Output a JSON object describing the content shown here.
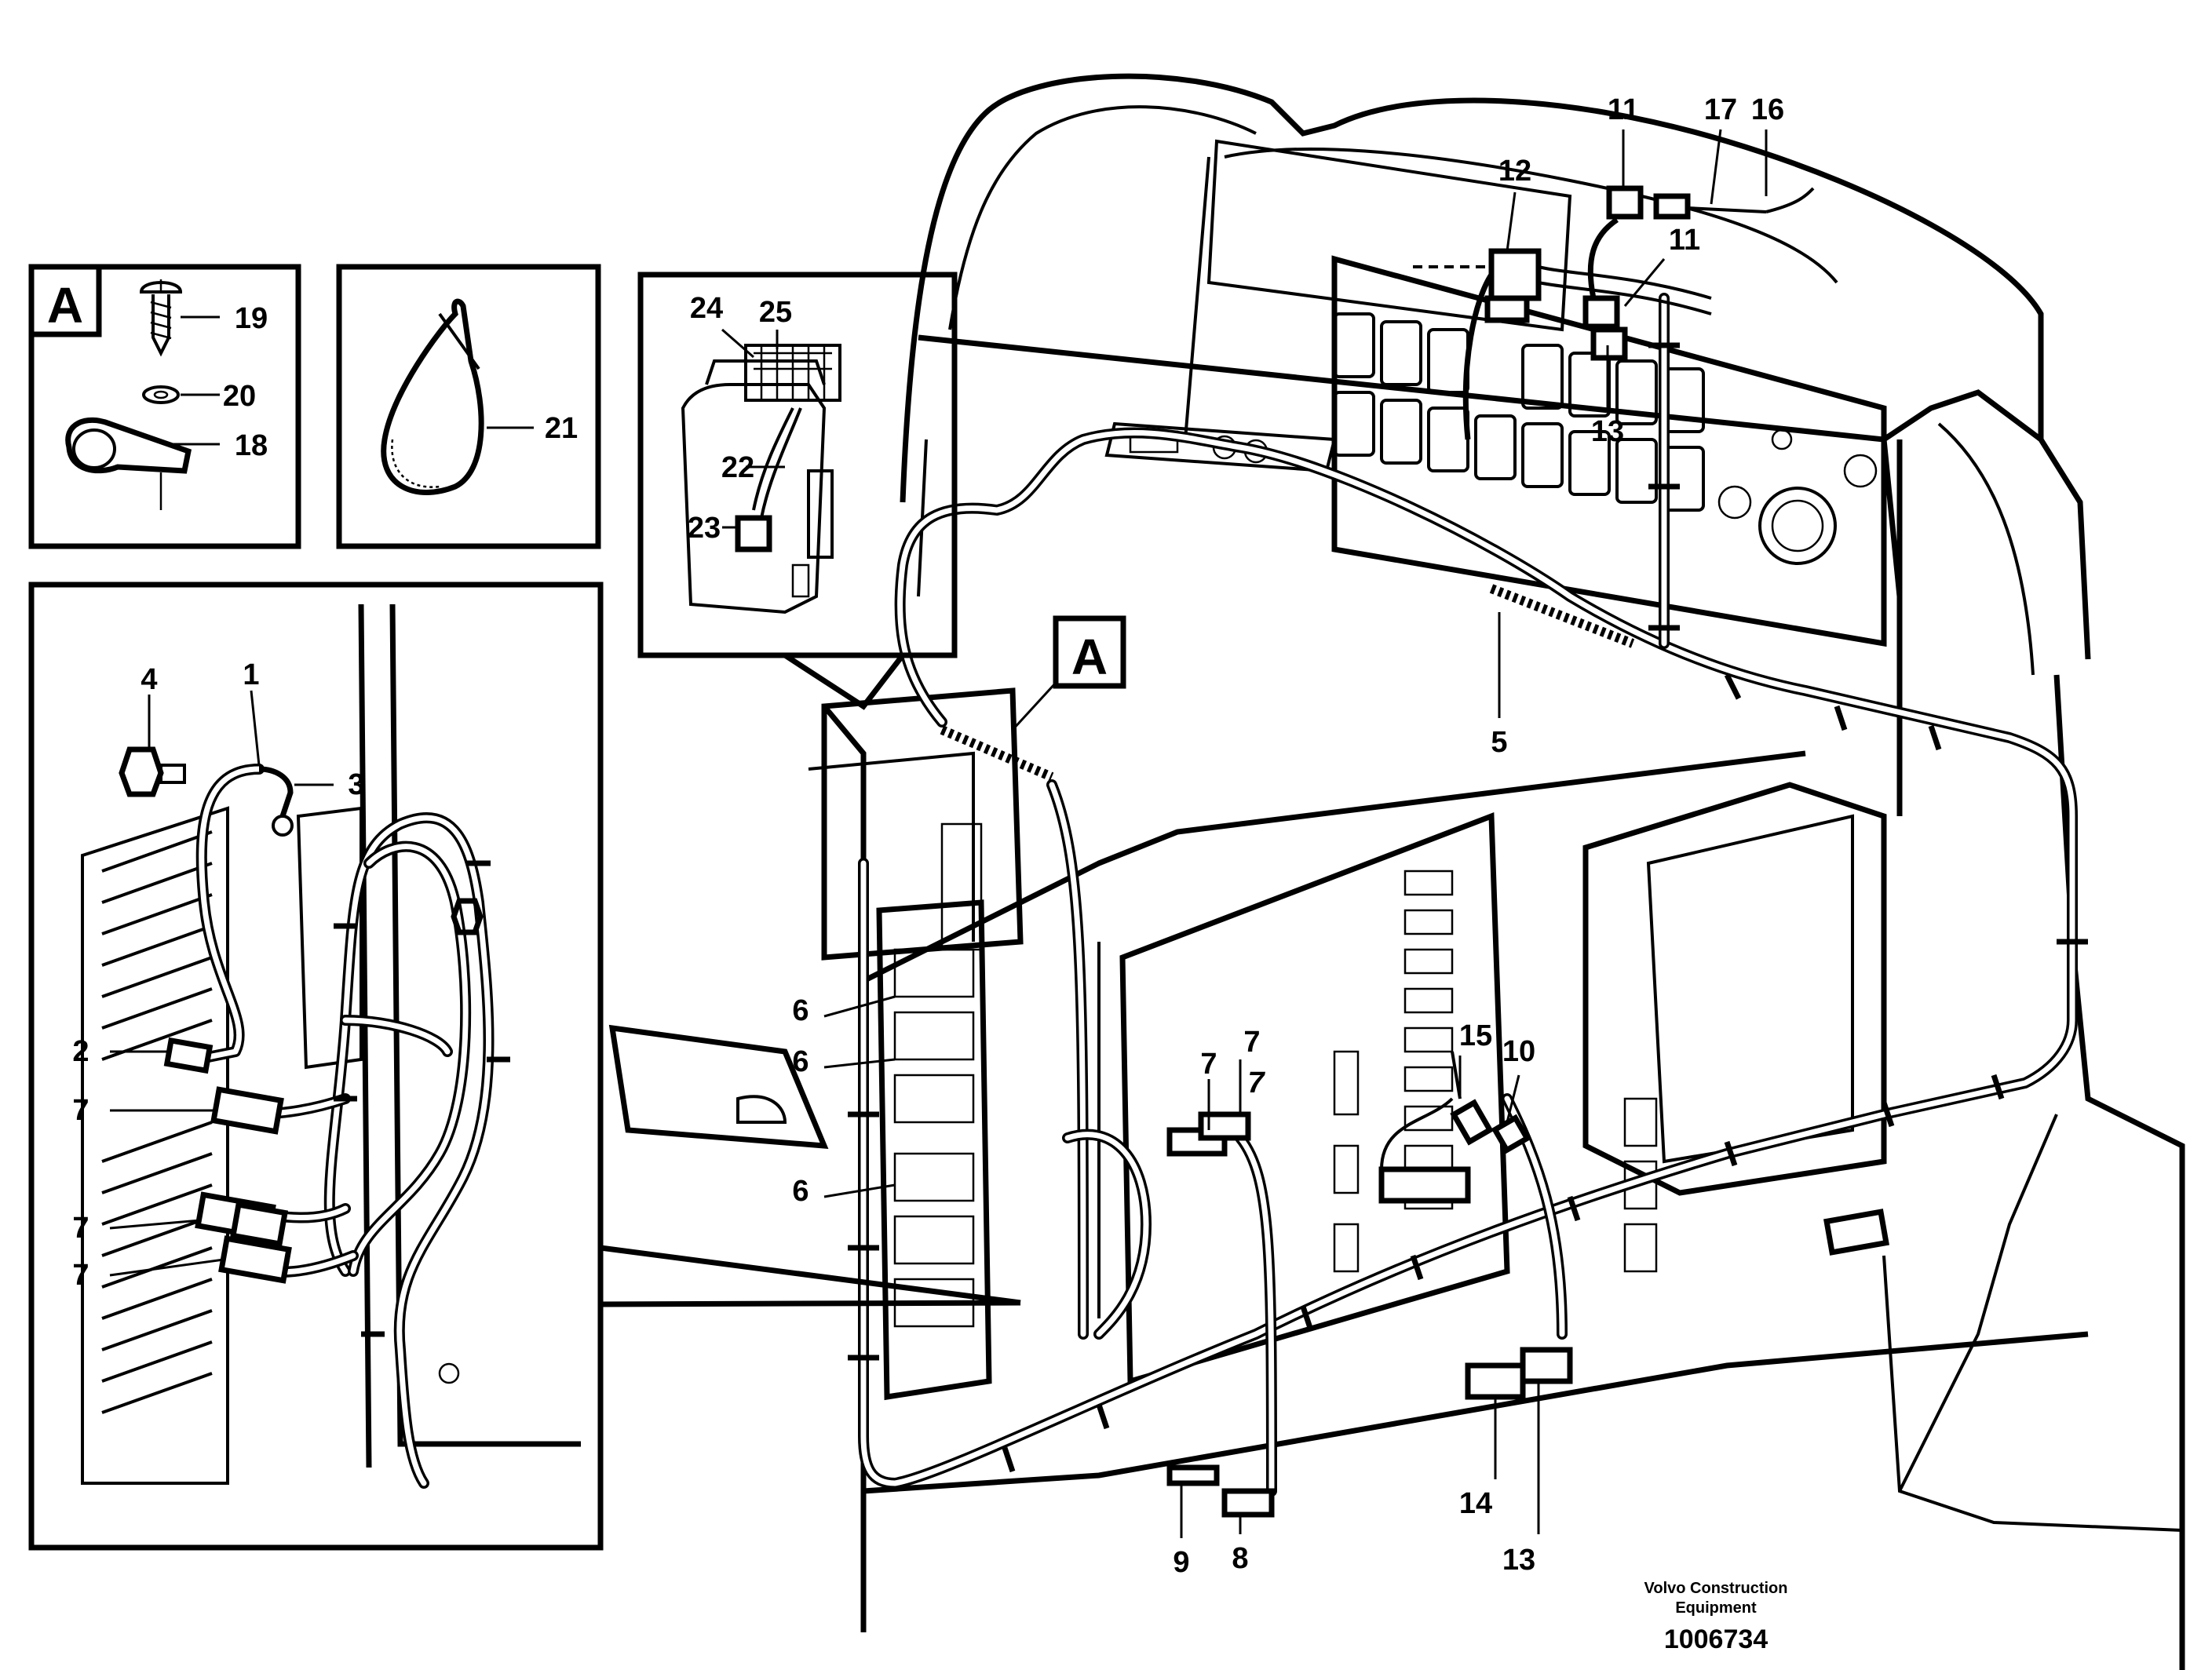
{
  "detail_marker": "A",
  "callouts": {
    "c1": "1",
    "c2": "2",
    "c3": "3",
    "c4": "4",
    "c5": "5",
    "c6a": "6",
    "c6b": "6",
    "c6c": "6",
    "c7a": "7",
    "c7b": "7",
    "c7c": "7",
    "c7d": "7",
    "c7e": "7",
    "c7f": "7",
    "c8": "8",
    "c9": "9",
    "c10": "10",
    "c11a": "11",
    "c11b": "11",
    "c12": "12",
    "c13a": "13",
    "c13b": "13",
    "c14": "14",
    "c15": "15",
    "c16": "16",
    "c17": "17",
    "c18": "18",
    "c19": "19",
    "c20": "20",
    "c21": "21",
    "c22": "22",
    "c23": "23",
    "c24": "24",
    "c25": "25"
  },
  "footer": {
    "company_line1": "Volvo Construction",
    "company_line2": "Equipment",
    "drawing_number": "1006734"
  }
}
